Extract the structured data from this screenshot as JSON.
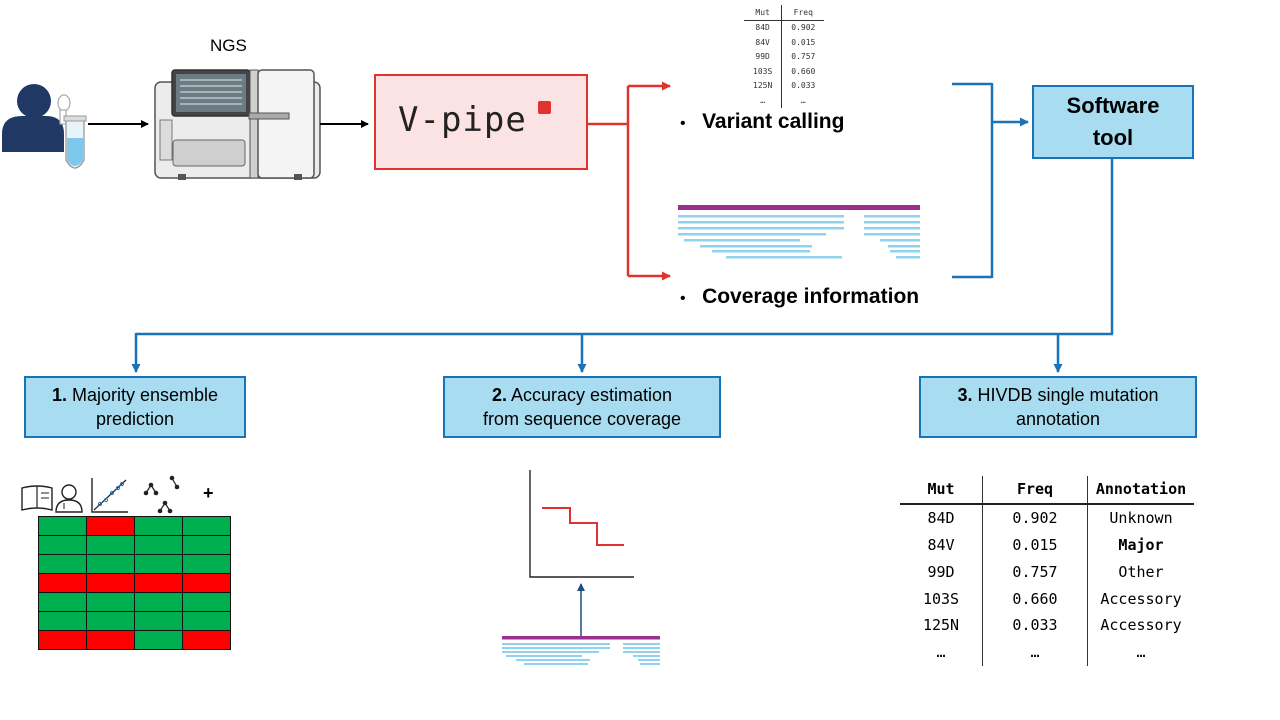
{
  "title": {
    "ngs_label": "NGS",
    "vpipe_label": "V-pipe"
  },
  "outputs": {
    "variant_calling": "Variant calling",
    "coverage_information": "Coverage information"
  },
  "software_tool": {
    "line1": "Software",
    "line2": "tool"
  },
  "tasks": [
    {
      "number": "1.",
      "line1_rest": "Majority ensemble",
      "line2": "prediction"
    },
    {
      "number": "2.",
      "line1_rest": "Accuracy estimation",
      "line2": "from sequence coverage"
    },
    {
      "number": "3.",
      "line1_rest": "HIVDB single mutation",
      "line2": "annotation"
    }
  ],
  "small_table": {
    "headers": [
      "Mut",
      "Freq"
    ],
    "rows": [
      [
        "84D",
        "0.902"
      ],
      [
        "84V",
        "0.015"
      ],
      [
        "99D",
        "0.757"
      ],
      [
        "103S",
        "0.660"
      ],
      [
        "125N",
        "0.033"
      ],
      [
        "…",
        "…"
      ]
    ]
  },
  "annotation_table": {
    "headers": [
      "Mut",
      "Freq",
      "Annotation"
    ],
    "rows": [
      [
        "84D",
        "0.902",
        "Unknown"
      ],
      [
        "84V",
        "0.015",
        "Major"
      ],
      [
        "99D",
        "0.757",
        "Other"
      ],
      [
        "103S",
        "0.660",
        "Accessory"
      ],
      [
        "125N",
        "0.033",
        "Accessory"
      ],
      [
        "…",
        "…",
        "…"
      ]
    ]
  },
  "ensemble_grid": {
    "plus": "+",
    "icons": [
      "book-icon",
      "doctor-icon",
      "scatter-plot-icon",
      "tree-icon"
    ],
    "rows": [
      [
        "green",
        "red",
        "green",
        "green"
      ],
      [
        "green",
        "green",
        "green",
        "green"
      ],
      [
        "green",
        "green",
        "green",
        "green"
      ],
      [
        "red",
        "red",
        "red",
        "red"
      ],
      [
        "green",
        "green",
        "green",
        "green"
      ],
      [
        "green",
        "green",
        "green",
        "green"
      ],
      [
        "red",
        "red",
        "green",
        "red"
      ]
    ]
  },
  "colors": {
    "red_line": "#e0332f",
    "blue_line": "#1a72b8",
    "box_fill": "#a8dcf1",
    "grid_green": "#00b050",
    "grid_red": "#ff0000",
    "coverage_purple": "#9b2f8e",
    "coverage_cyan": "#8fd3ee"
  }
}
